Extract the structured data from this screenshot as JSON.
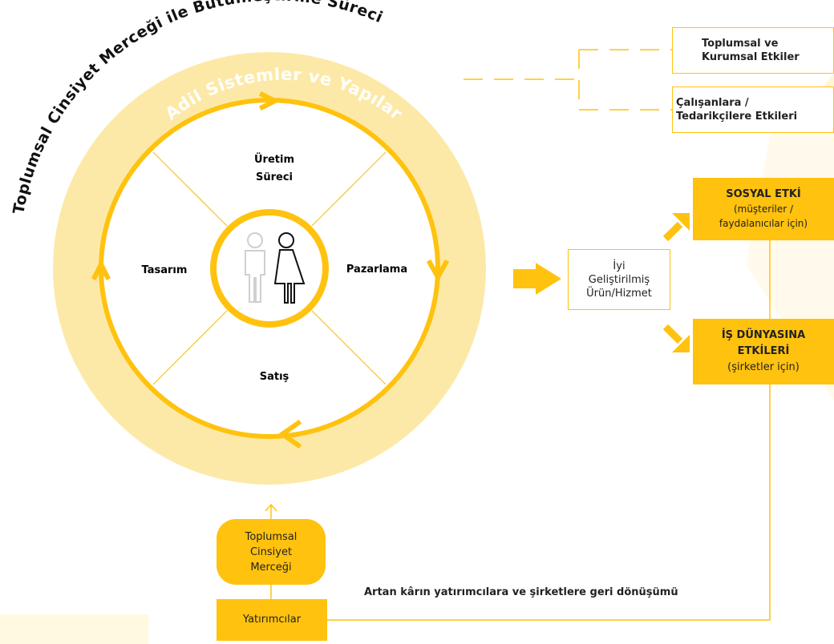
{
  "outer_arc_title": "Toplumsal Cinsiyet Merceği ile Bütünleştirme Süreci",
  "inner_arc_title": "Adil Sistemler ve Yapılar",
  "cycle": {
    "top": [
      "Üretim",
      "Süreci"
    ],
    "right": "Pazarlama",
    "bottom": "Satış",
    "left": "Tasarım"
  },
  "lens_box": [
    "Toplumsal",
    "Cinsiyet",
    "Merceği"
  ],
  "investors_box": "Yatırımcılar",
  "return_label": "Artan kârın yatırımcılara ve şirketlere geri dönüşümü",
  "product_box": [
    "İyi",
    "Geliştirilmiş",
    "Ürün/Hizmet"
  ],
  "social_impact": {
    "title": "SOSYAL ETKİ",
    "sub": [
      "(müşteriler /",
      "faydalanıcılar için)"
    ]
  },
  "business_impact": {
    "title": [
      "İŞ DÜNYASINA",
      "ETKİLERİ"
    ],
    "sub": "(şirketler için)"
  },
  "top_right_boxes": [
    [
      "Toplumsal ve",
      "Kurumsal Etkiler"
    ],
    [
      "Çalışanlara /",
      "Tedarikçilere Etkileri"
    ]
  ],
  "colors": {
    "yellow": "#ffc20e",
    "pale_yellow": "#fde9a7",
    "faint_yellow": "#fff8de"
  },
  "icons": [
    "man-icon",
    "woman-icon"
  ]
}
